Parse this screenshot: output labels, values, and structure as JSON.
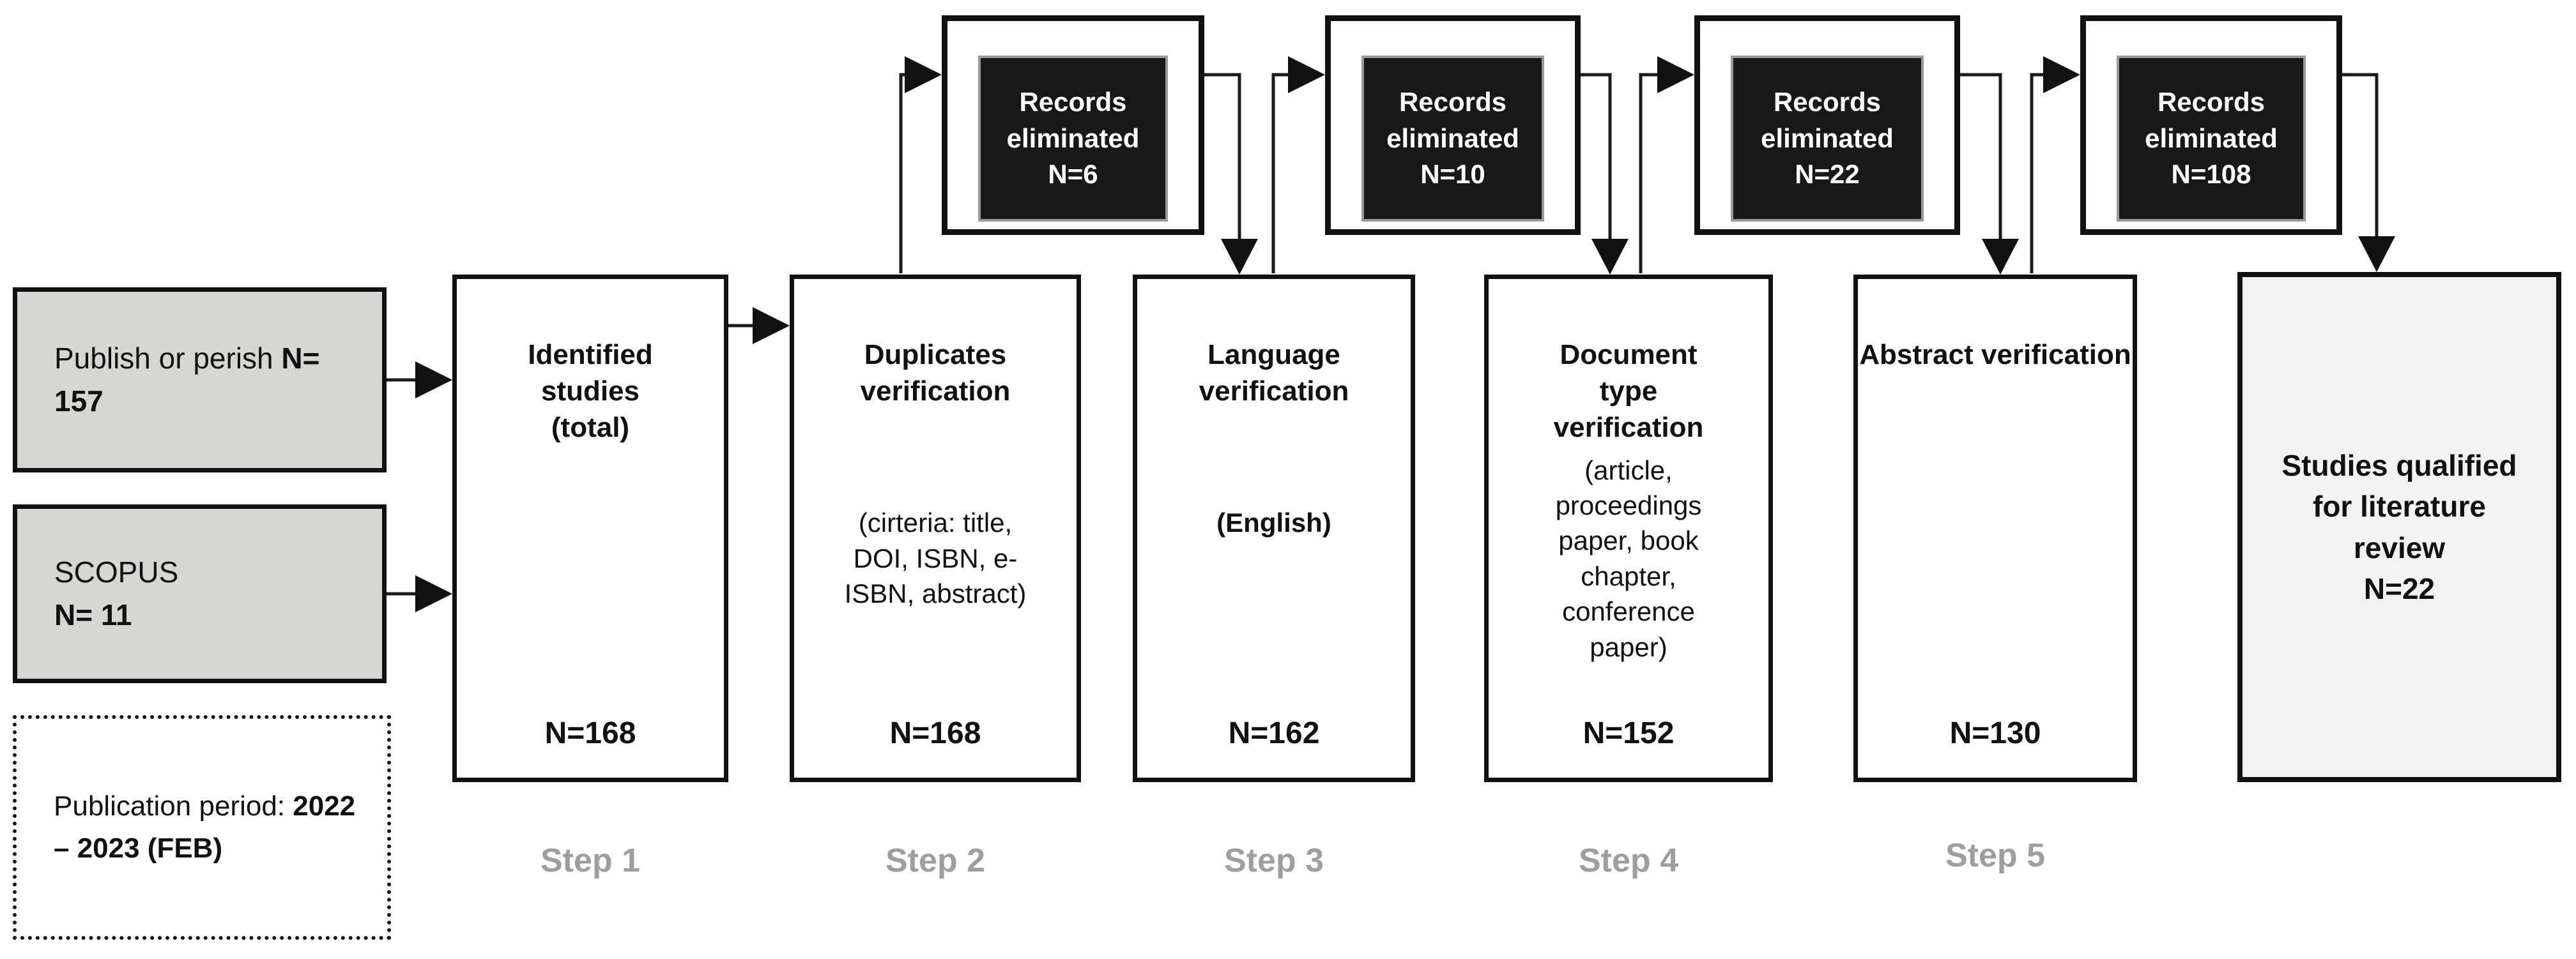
{
  "colors": {
    "source-fill": "#d6d6d2",
    "result-fill": "#f2f2f0",
    "elim-fill": "#181818",
    "elim-text": "#ffffff",
    "border": "#111111",
    "line": "#1a1a1a",
    "step-label": "#9e9e9e",
    "background": "#ffffff"
  },
  "sources": [
    {
      "label": "Publish or perish",
      "n": "N= 157"
    },
    {
      "label": "SCOPUS",
      "n": "N= 11"
    }
  ],
  "publication_period": {
    "label": "Publication period:",
    "value": "2022 – 2023 (FEB)"
  },
  "steps": [
    {
      "title": "Identified studies (total)",
      "criteria": "",
      "n": "N=168",
      "step_label": "Step 1"
    },
    {
      "title": "Duplicates verification",
      "criteria": "(cirteria: title, DOI, ISBN, e-ISBN, abstract)",
      "n": "N=168",
      "step_label": "Step 2"
    },
    {
      "title": "Language verification",
      "criteria": "(English)",
      "n": "N=162",
      "step_label": "Step 3"
    },
    {
      "title": "Document type verification",
      "criteria": "(article, proceedings paper, book chapter, conference paper)",
      "n": "N=152",
      "step_label": "Step 4"
    },
    {
      "title": "Abstract verification",
      "criteria": "",
      "n": "N=130",
      "step_label": "Step 5"
    }
  ],
  "eliminated": [
    {
      "label": "Records eliminated",
      "n": "N=6"
    },
    {
      "label": "Records eliminated",
      "n": "N=10"
    },
    {
      "label": "Records eliminated",
      "n": "N=22"
    },
    {
      "label": "Records eliminated",
      "n": "N=108"
    }
  ],
  "result": {
    "title": "Studies qualified for literature review",
    "n": "N=22"
  }
}
